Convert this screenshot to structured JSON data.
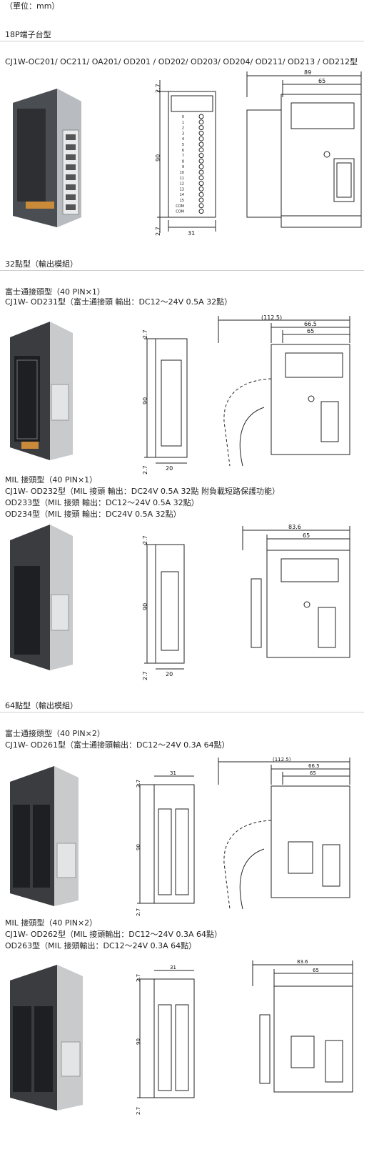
{
  "unit_note": "（單位：mm）",
  "sections": {
    "s18p": {
      "title": "18P端子台型",
      "models": "CJ1W-OC201/ OC211/ OA201/ OD201 / OD202/ OD203/ OD204/ OD211/ OD213 / OD212型",
      "dims": {
        "width": "89",
        "depth": "65",
        "top": "2.7",
        "height": "90",
        "bottom": "2.7",
        "front": "31"
      },
      "terminals": [
        "0",
        "1",
        "2",
        "3",
        "4",
        "5",
        "6",
        "7",
        "8",
        "9",
        "10",
        "11",
        "12",
        "13",
        "14",
        "15",
        "COM",
        "COM"
      ]
    },
    "s32": {
      "title": "32點型（輸出模組）",
      "fujitsu": {
        "heading": "富士通接頭型（40 PIN×1）",
        "lines": [
          "CJ1W- OD231型（富士通接頭 輸出：DC12～24V 0.5A 32點）"
        ],
        "dims": {
          "overall": "(112.5)",
          "width": "66.5",
          "depth": "65",
          "top": "2.7",
          "height": "90",
          "bottom": "2.7",
          "front": "20"
        }
      },
      "mil": {
        "heading": "MIL 接頭型（40 PIN×1）",
        "lines": [
          "CJ1W- OD232型（MIL 接頭 輸出：DC24V 0.5A 32點 附負載短路保護功能）",
          "OD233型（MIL 接頭 輸出：DC12～24V 0.5A 32點）",
          "OD234型（MIL 接頭 輸出：DC24V 0.5A 32點）"
        ],
        "dims": {
          "width": "83.6",
          "depth": "65",
          "top": "2.7",
          "height": "90",
          "bottom": "2.7",
          "front": "20"
        }
      }
    },
    "s64": {
      "title": "64點型（輸出模組）",
      "fujitsu": {
        "heading": "富士通接頭型（40 PIN×2）",
        "lines": [
          "CJ1W- OD261型（富士通接頭輸出：DC12～24V 0.3A 64點）"
        ],
        "dims": {
          "overall": "(112.5)",
          "width": "66.5",
          "depth": "65",
          "top": "2.7",
          "front": "31",
          "height": "90",
          "bottom": "2.7"
        }
      },
      "mil": {
        "heading": "MIL 接頭型（40 PIN×2）",
        "lines": [
          "CJ1W- OD262型（MIL 接頭輸出：DC12～24V 0.3A 64點）",
          "OD263型（MIL 接頭輸出：DC12～24V 0.3A 64點）"
        ],
        "dims": {
          "width": "83.6",
          "depth": "65",
          "top": "2.7",
          "front": "31",
          "height": "90",
          "bottom": "2.7"
        }
      }
    }
  }
}
